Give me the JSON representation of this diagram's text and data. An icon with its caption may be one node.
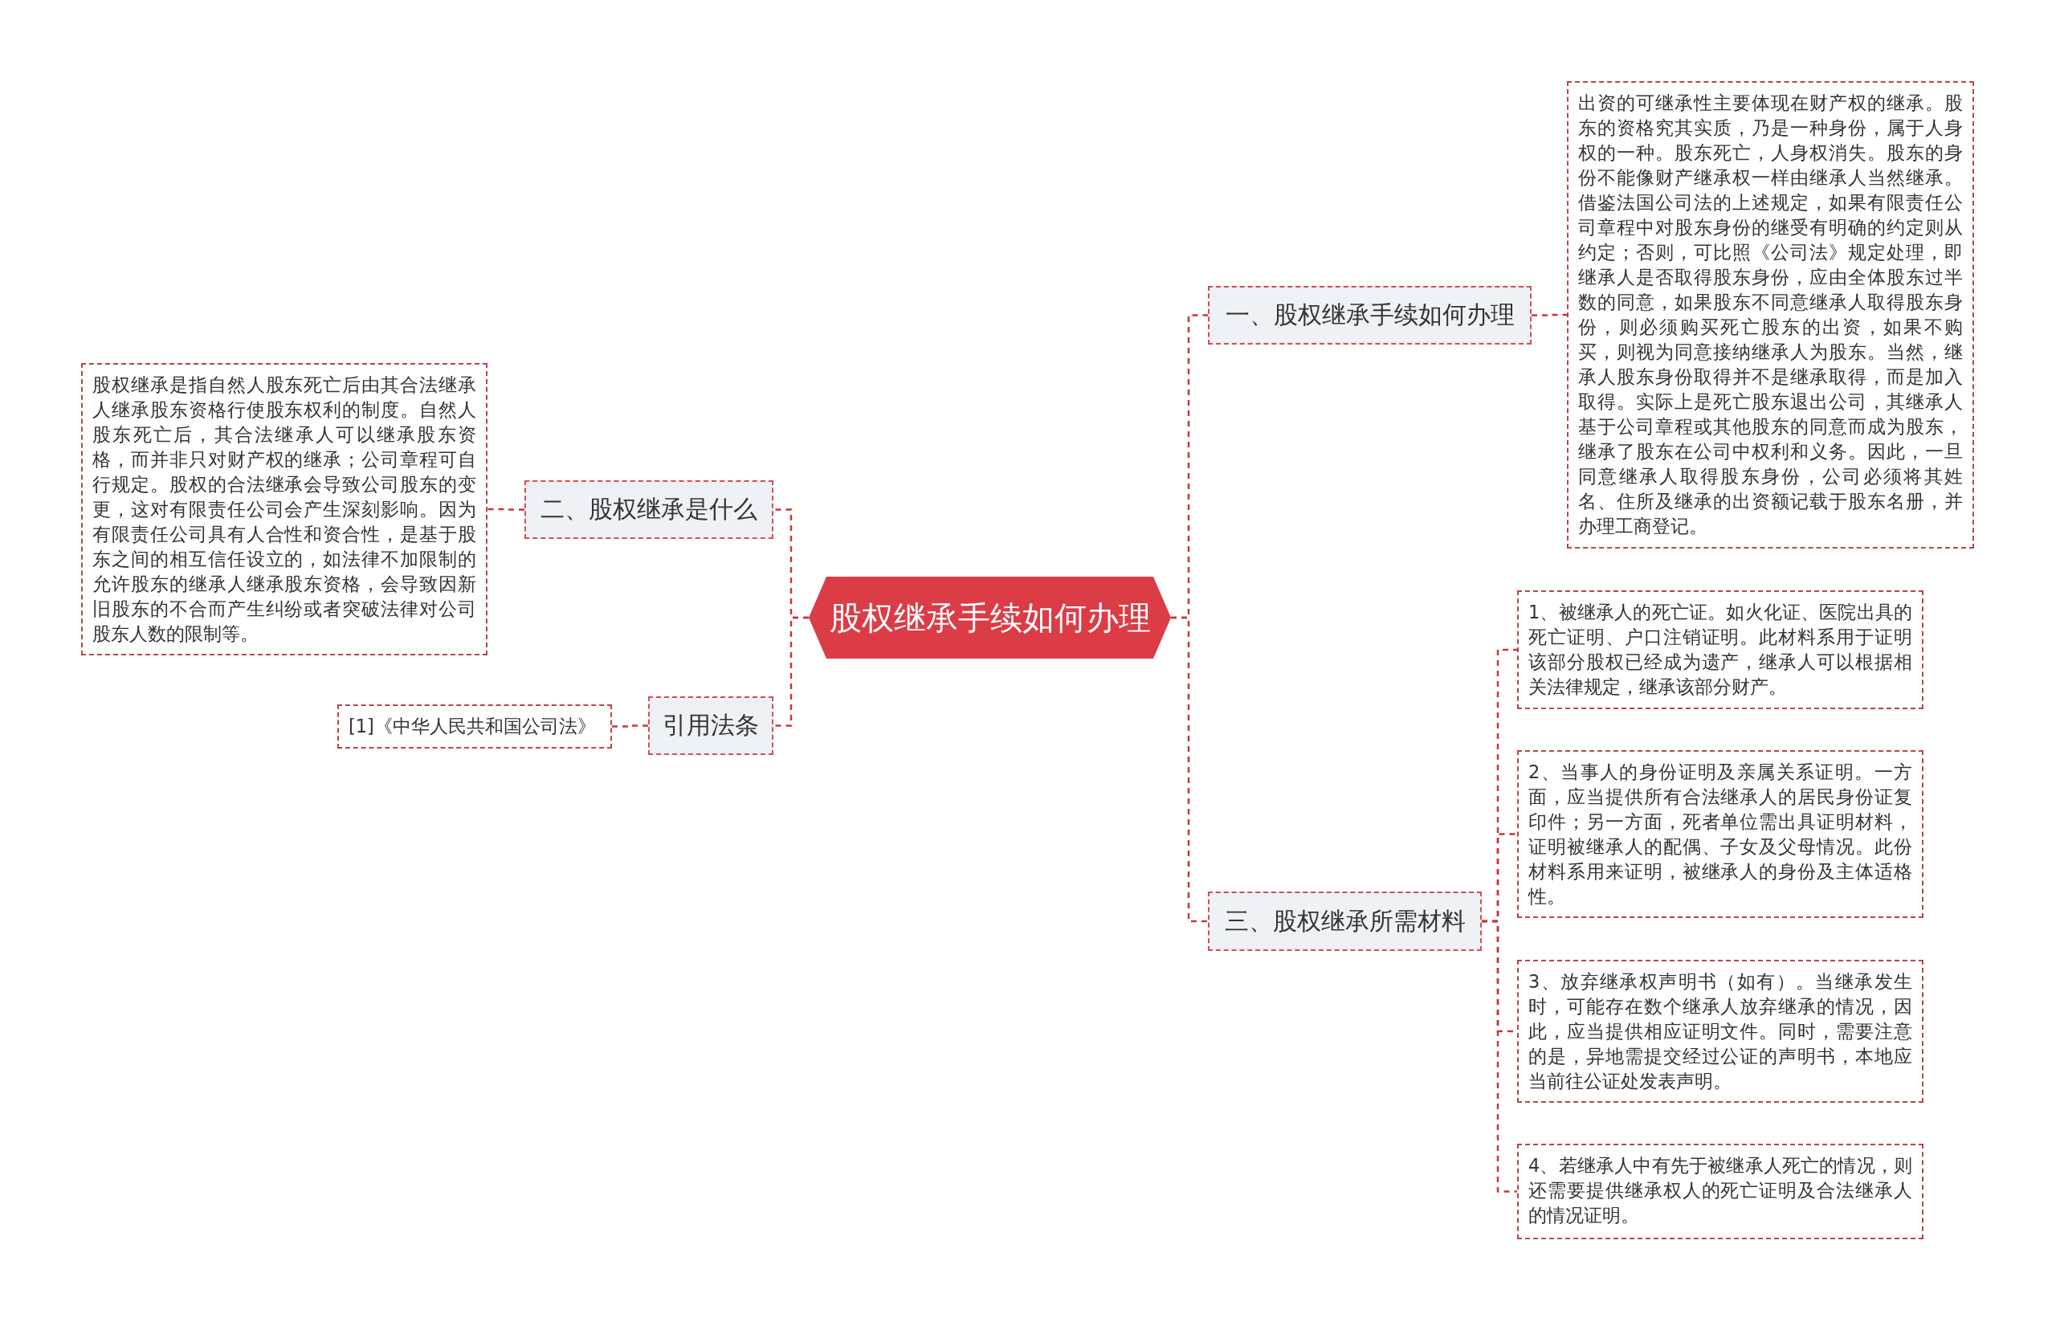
{
  "diagram": {
    "nodes": [
      {
        "text": [
          "股权继承手续如何办理"
        ]
      },
      {
        "text": [
          "一、股权继承手续如何办理"
        ]
      },
      {
        "text": [
          "出资的可继承性主要体现在财产权的继承。股东的资格究其实质，乃是一种身份，属于人身权的一种。股东死亡，人身权消失。股东的身份不能像财产继承权一样由继承人当然继承。借鉴法国公司法的上述规定，如果有限责任公司章程中对股东身份的继受有明确的约定则从约定；否则，可比照《公司法》规定处理，即继承人是否取得股东身份，应由全体股东过半数的同意，如果股东不同意继承人取得股东身份，则必须购买死亡股东的出资，如果不购买，则视为同意接纳继承人为股东。当然，继承人股东身份取得并不是继承取得，而是加入取得。实际上是死亡股东退出公司，其继承人基于公司章程或其他股东的同意而成为股东，继承了股东在公司中权利和义务。因此，一旦同意继承人取得股东身份，公司必须将其姓名、住所及继承的出资额记载于股东名册，并办理工商登记。"
        ]
      },
      {
        "text": [
          "三、股权继承所需材料"
        ]
      },
      {
        "text": [
          "1、被继承人的死亡证。如火化证、医院出具的死亡证明、户口注销证明。此材料系用于证明该部分股权已经成为遗产，继承人可以根据相关法律规定，继承该部分财产。"
        ]
      },
      {
        "text": [
          "2、当事人的身份证明及亲属关系证明。一方面，应当提供所有合法继承人的居民身份证复印件；另一方面，死者单位需出具证明材料，证明被继承人的配偶、子女及父母情况。此份材料系用来证明，被继承人的身份及主体适格性。"
        ]
      },
      {
        "text": [
          "3、放弃继承权声明书（如有）。当继承发生时，可能存在数个继承人放弃继承的情况，因此，应当提供相应证明文件。同时，需要注意的是，异地需提交经过公证的声明书，本地应当前往公证处发表声明。"
        ]
      },
      {
        "text": [
          "4、若继承人中有先于被继承人死亡的情况，则还需要提供继承权人的死亡证明及合法继承人的情况证明。"
        ]
      },
      {
        "text": [
          "二、股权继承是什么"
        ]
      },
      {
        "text": [
          "股权继承是指自然人股东死亡后由其合法继承人继承股东资格行使股东权利的制度。自然人股东死亡后，其合法继承人可以继承股东资格，而并非只对财产权的继承；公司章程可自行规定。股权的合法继承会导致公司股东的变更，这对有限责任公司会产生深刻影响。因为有限责任公司具有人合性和资合性，是基于股东之间的相互信任设立的，如法律不加限制的允许股东的继承人继承股东资格，会导致因新旧股东的不合而产生纠纷或者突破法律对公司股东人数的限制等。"
        ]
      },
      {
        "text": [
          "引用法条"
        ]
      },
      {
        "text": [
          "[1]《中华人民共和国公司法》"
        ]
      }
    ],
    "edges": [
      {
        "from": 0,
        "to": 1,
        "arrow": "none",
        "style": "dashed"
      },
      {
        "from": 1,
        "to": 2,
        "arrow": "none",
        "style": "dashed"
      },
      {
        "from": 0,
        "to": 3,
        "arrow": "none",
        "style": "dashed"
      },
      {
        "from": 3,
        "to": 4,
        "arrow": "none",
        "style": "dashed"
      },
      {
        "from": 3,
        "to": 5,
        "arrow": "none",
        "style": "dashed"
      },
      {
        "from": 3,
        "to": 6,
        "arrow": "none",
        "style": "dashed"
      },
      {
        "from": 3,
        "to": 7,
        "arrow": "none",
        "style": "dashed"
      },
      {
        "from": 0,
        "to": 8,
        "arrow": "none",
        "style": "dashed"
      },
      {
        "from": 8,
        "to": 9,
        "arrow": "none",
        "style": "dashed"
      },
      {
        "from": 0,
        "to": 10,
        "arrow": "none",
        "style": "dashed"
      },
      {
        "from": 10,
        "to": 11,
        "arrow": "none",
        "style": "dashed"
      }
    ]
  }
}
